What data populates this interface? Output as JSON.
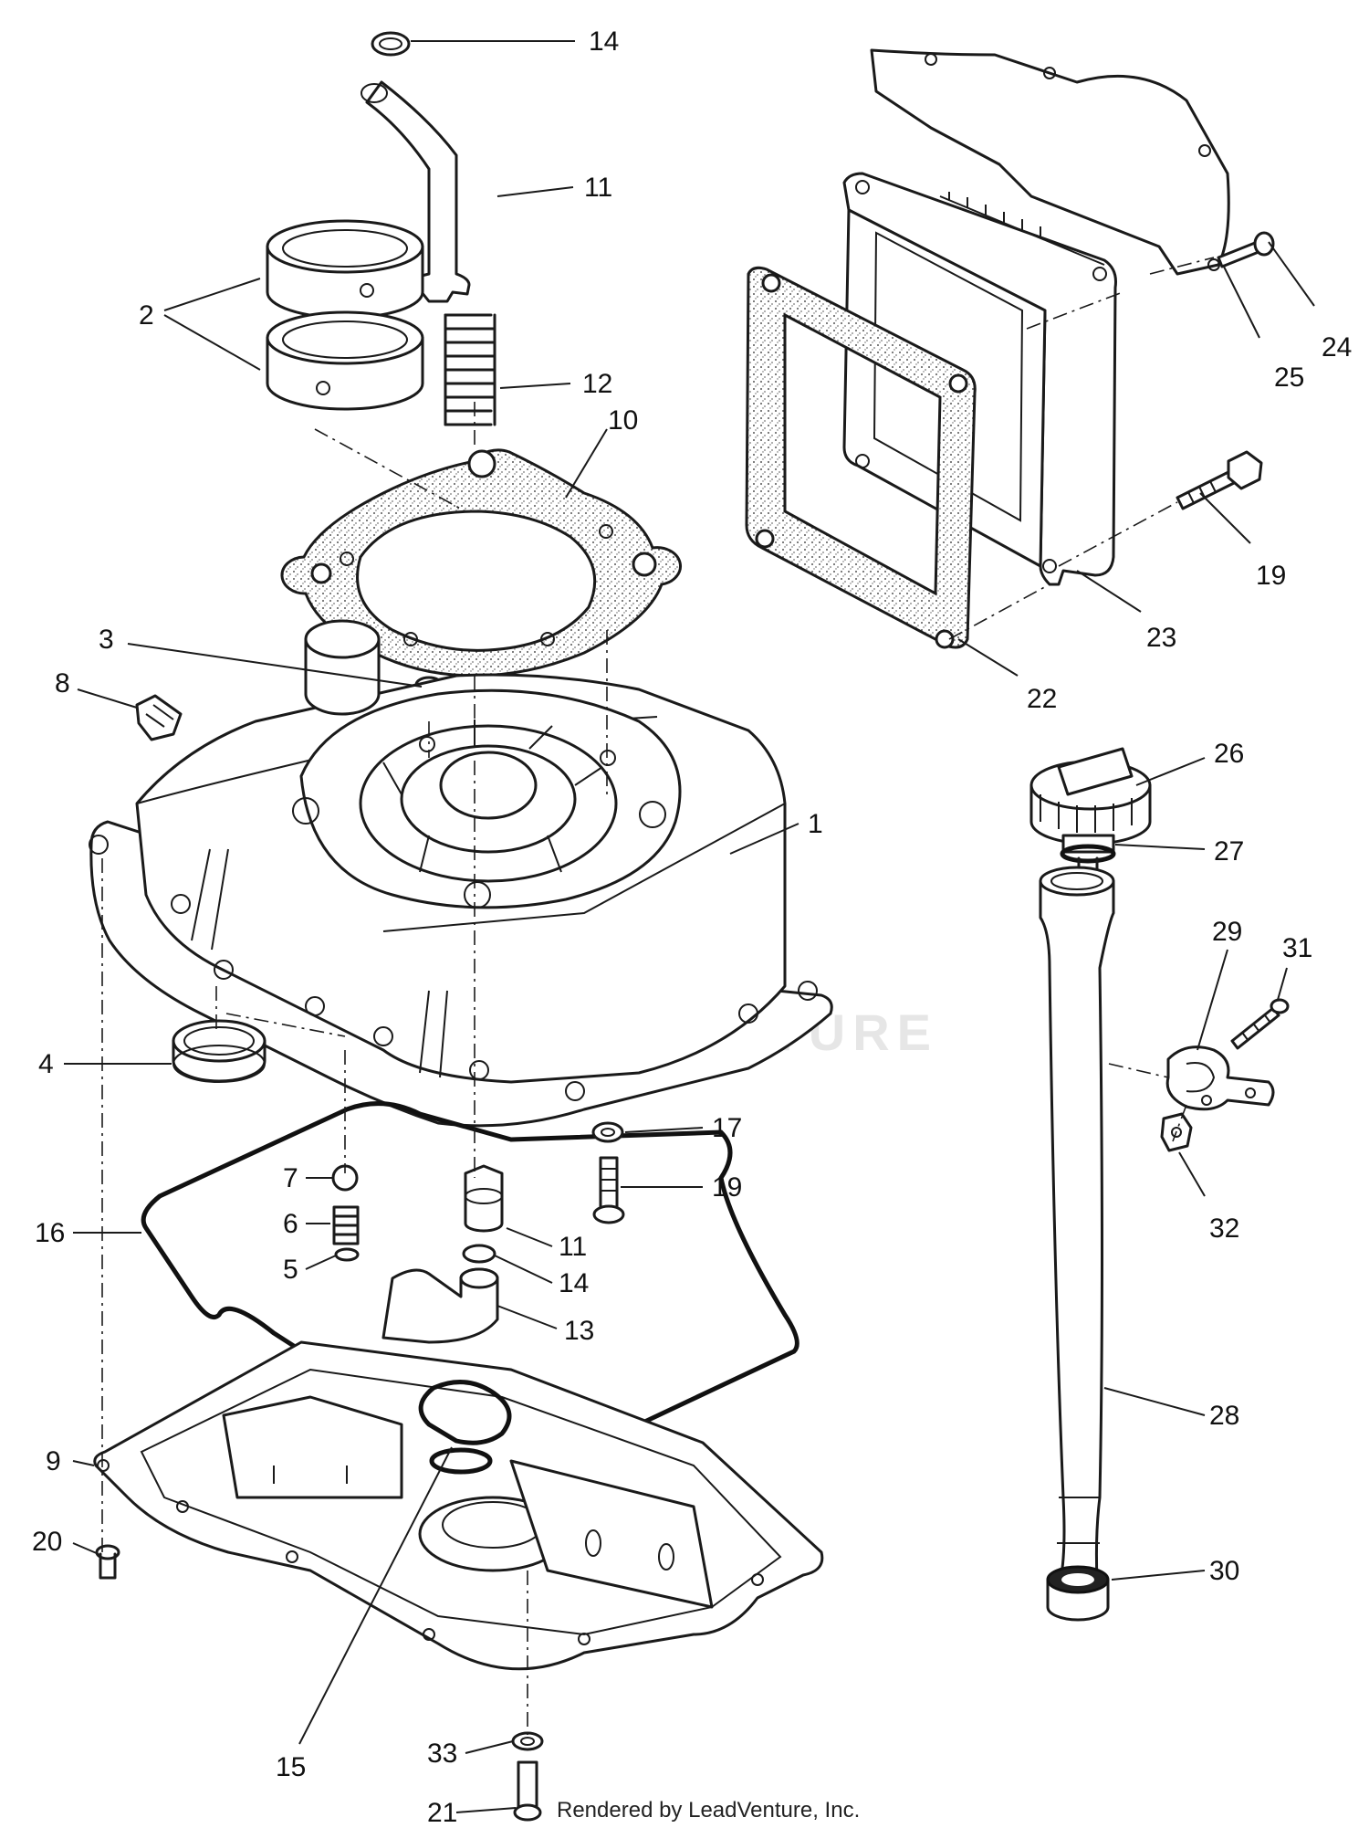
{
  "callouts": [
    {
      "id": "c14a",
      "label": "14"
    },
    {
      "id": "c11a",
      "label": "11"
    },
    {
      "id": "c2",
      "label": "2"
    },
    {
      "id": "c12",
      "label": "12"
    },
    {
      "id": "c10",
      "label": "10"
    },
    {
      "id": "c3",
      "label": "3"
    },
    {
      "id": "c8",
      "label": "8"
    },
    {
      "id": "c1",
      "label": "1"
    },
    {
      "id": "c4",
      "label": "4"
    },
    {
      "id": "c7",
      "label": "7"
    },
    {
      "id": "c6",
      "label": "6"
    },
    {
      "id": "c16",
      "label": "16"
    },
    {
      "id": "c5",
      "label": "5"
    },
    {
      "id": "c11b",
      "label": "11"
    },
    {
      "id": "c14b",
      "label": "14"
    },
    {
      "id": "c13",
      "label": "13"
    },
    {
      "id": "c17",
      "label": "17"
    },
    {
      "id": "c19b",
      "label": "19"
    },
    {
      "id": "c9",
      "label": "9"
    },
    {
      "id": "c20",
      "label": "20"
    },
    {
      "id": "c15",
      "label": "15"
    },
    {
      "id": "c33",
      "label": "33"
    },
    {
      "id": "c21",
      "label": "21"
    },
    {
      "id": "c24",
      "label": "24"
    },
    {
      "id": "c25",
      "label": "25"
    },
    {
      "id": "c19a",
      "label": "19"
    },
    {
      "id": "c23",
      "label": "23"
    },
    {
      "id": "c22",
      "label": "22"
    },
    {
      "id": "c26",
      "label": "26"
    },
    {
      "id": "c27",
      "label": "27"
    },
    {
      "id": "c29",
      "label": "29"
    },
    {
      "id": "c31",
      "label": "31"
    },
    {
      "id": "c32",
      "label": "32"
    },
    {
      "id": "c28",
      "label": "28"
    },
    {
      "id": "c30",
      "label": "30"
    }
  ],
  "watermark": "LEADVENTURE",
  "footer": "Rendered by LeadVenture, Inc.",
  "colors": {
    "line": "#1a1a1a",
    "watermark": "#e6e6e6",
    "background": "#ffffff"
  }
}
